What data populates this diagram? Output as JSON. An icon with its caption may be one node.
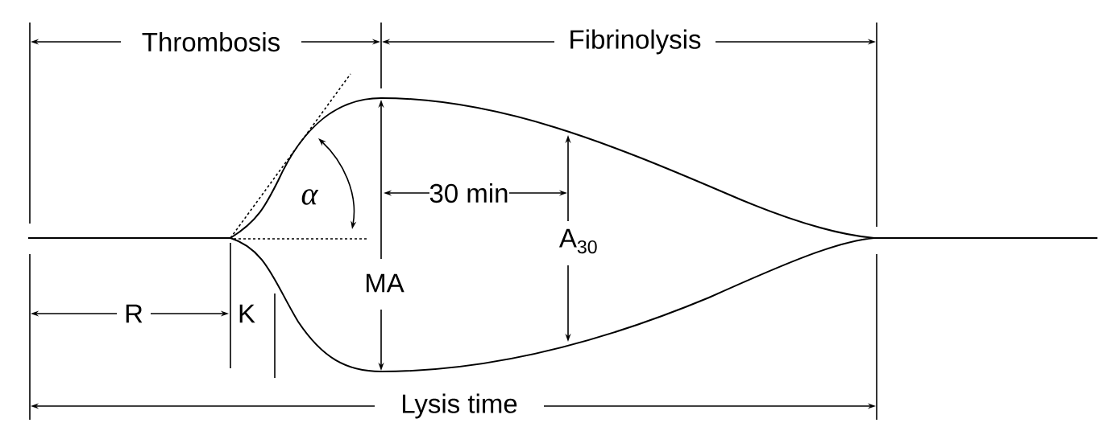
{
  "diagram": {
    "labels": [
      "Thrombosis",
      "Fibrinolysis",
      "α",
      "30 min",
      "A$_{30}$",
      "MA",
      "R",
      "K",
      "Lysis time"
    ]
  }
}
